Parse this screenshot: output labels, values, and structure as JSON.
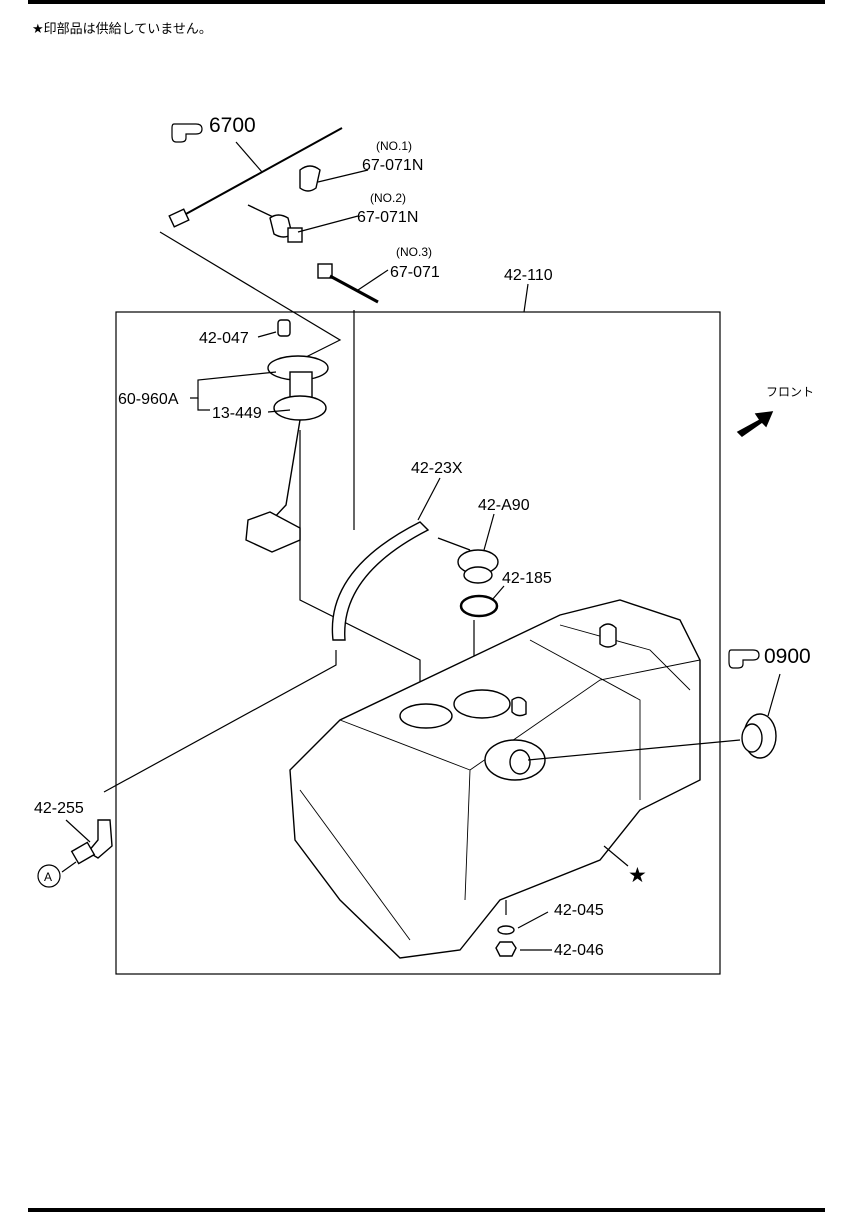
{
  "header_note": {
    "star": "★",
    "text": "印部品は供給していません。"
  },
  "callouts": {
    "ref_6700": "6700",
    "ref_0900": "0900",
    "no1": "(NO.1)",
    "p67_071n_1": "67-071N",
    "no2": "(NO.2)",
    "p67_071n_2": "67-071N",
    "no3": "(NO.3)",
    "p67_071": "67-071",
    "p42_110": "42-110",
    "p42_047": "42-047",
    "p60_960a": "60-960A",
    "p13_449": "13-449",
    "p42_23x": "42-23X",
    "p42_a90": "42-A90",
    "p42_185": "42-185",
    "p42_255": "42-255",
    "p42_045": "42-045",
    "p42_046": "42-046",
    "circle_a": "A",
    "front": "フロント",
    "star_mark": "★"
  },
  "icons": {
    "ref_arrow": "pointing-hand-icon",
    "front_arrow": "arrow-icon"
  }
}
